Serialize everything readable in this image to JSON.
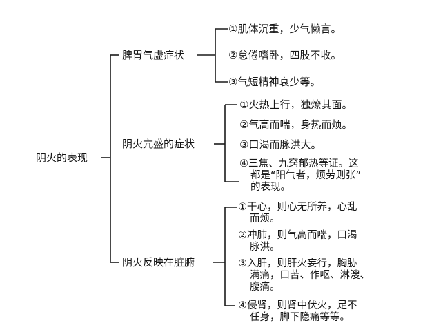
{
  "root": "阴火的表现",
  "branches": [
    {
      "title": "脾胃气虚症状",
      "items": [
        [
          "①肌体沉重，少气懒言。"
        ],
        [
          "②怠倦嗜卧，四肢不收。"
        ],
        [
          "③气短精神衰少等。"
        ]
      ]
    },
    {
      "title": "阴火亢盛的症状",
      "items": [
        [
          "①火热上行，独燎其面。"
        ],
        [
          "②气高而喘，身热而烦。"
        ],
        [
          "③口渴而脉洪大。"
        ],
        [
          "④三焦、九窍郁热等证。这",
          "都是“阳气者，烦劳则张”",
          "的表现。"
        ]
      ]
    },
    {
      "title": "阴火反映在脏腑",
      "items": [
        [
          "①干心，则心无所养，心乱",
          "而烦。"
        ],
        [
          "②冲肺，则气高而喘，口渴",
          "脉洪。"
        ],
        [
          "③入肝，则肝火妄行，胸胁",
          "满痛，口苦、作呕、淋溲、",
          "腹痛。"
        ],
        [
          "④侵肾，则肾中伏火，足不",
          "任身，脚下隐痛等等。"
        ]
      ]
    }
  ]
}
